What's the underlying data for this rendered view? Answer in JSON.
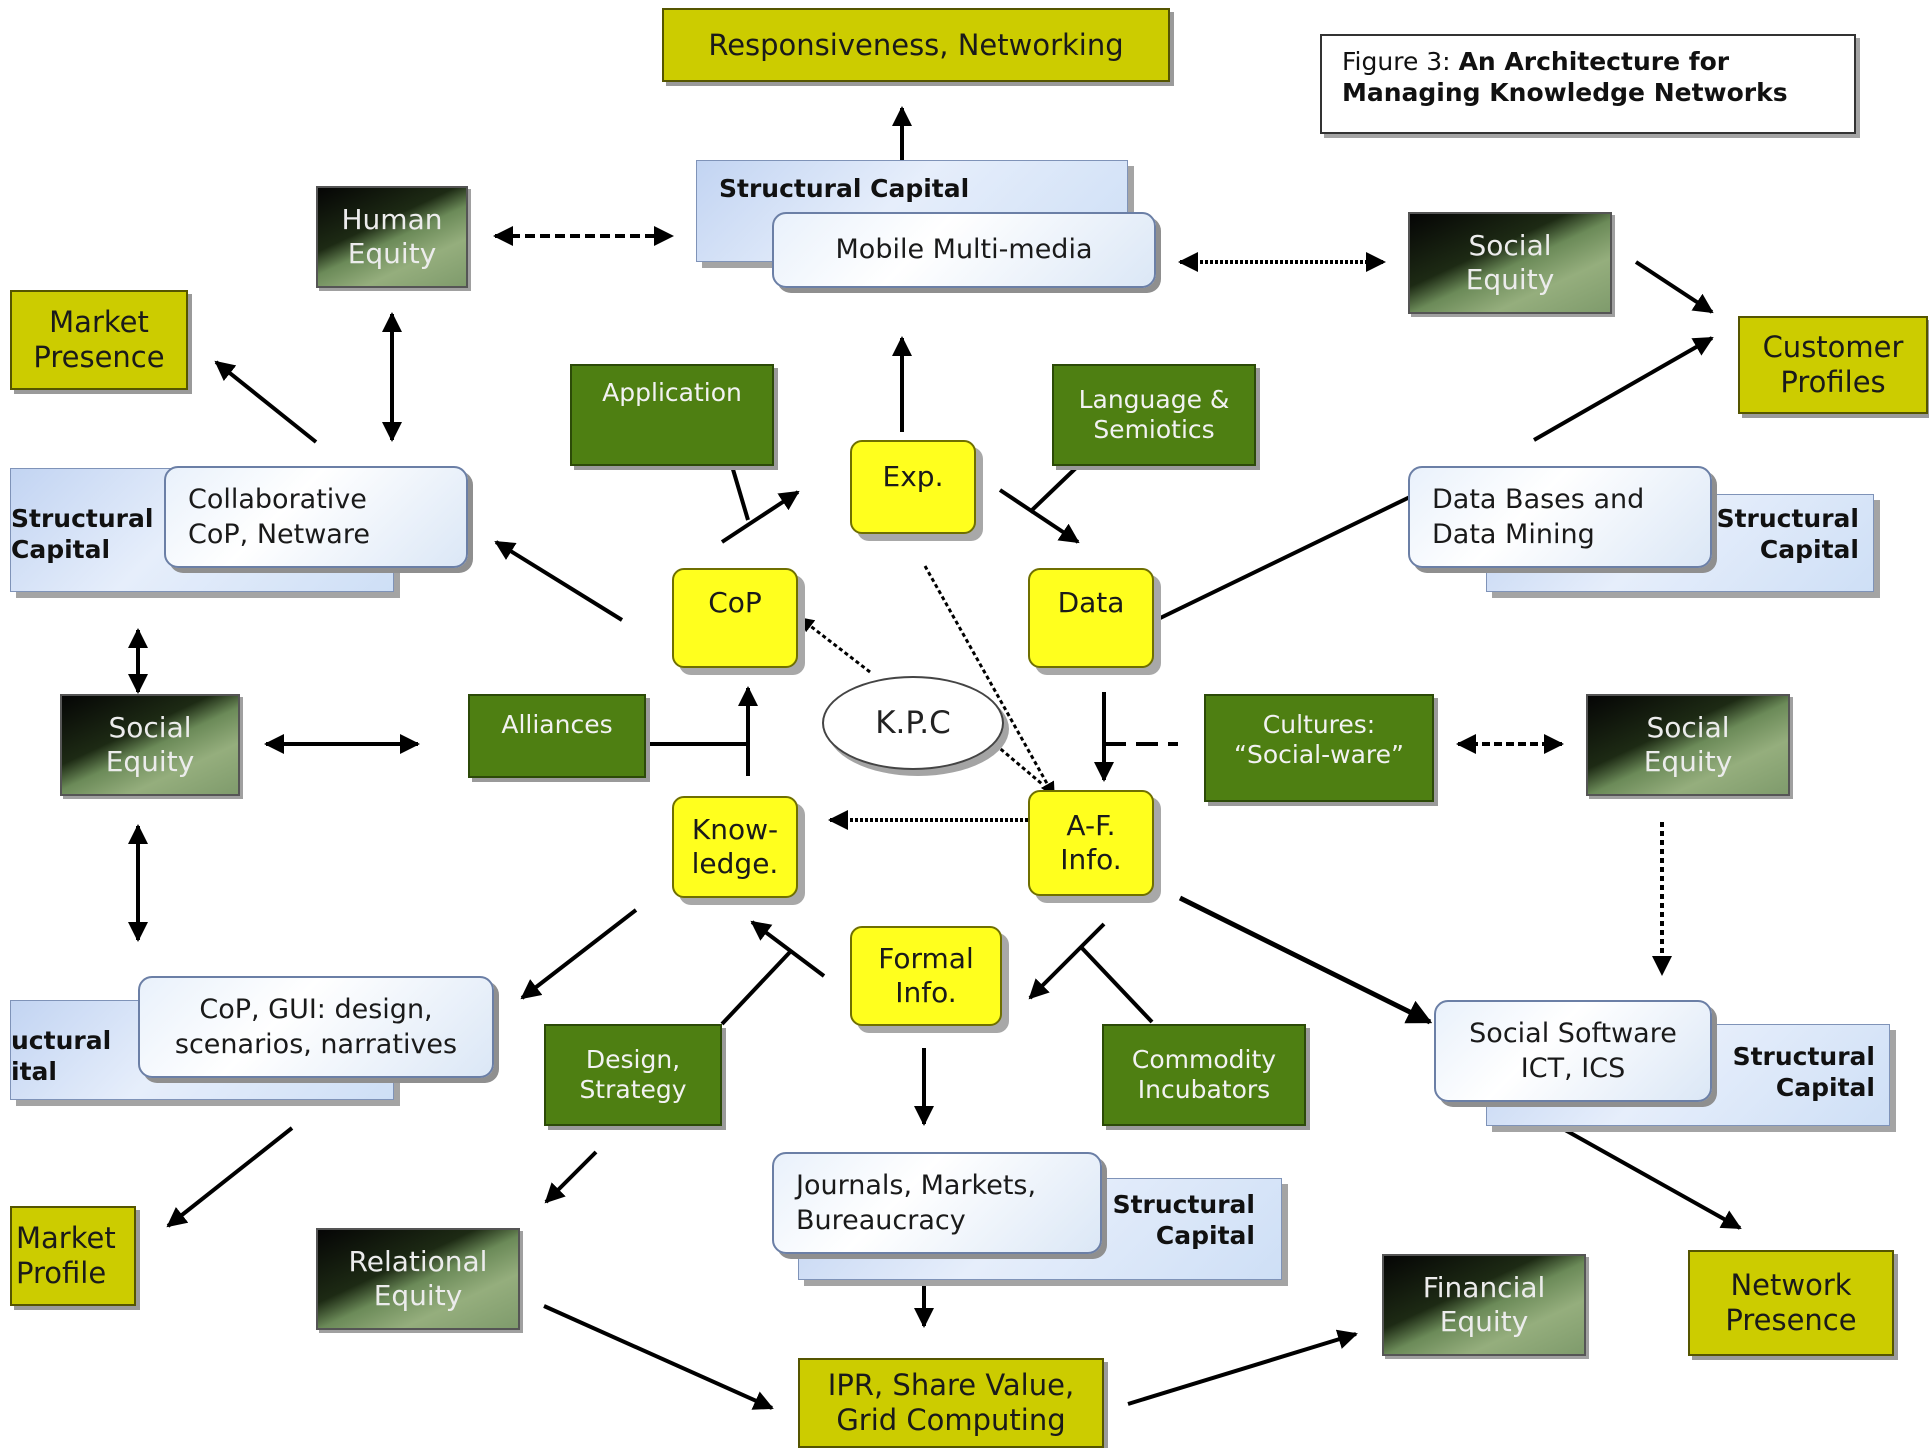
{
  "caption": {
    "prefix": "Figure 3: ",
    "title_line1": "An Architecture for",
    "title_line2": "Managing Knowledge Networks"
  },
  "olive": {
    "responsiveness": "Responsiveness, Networking",
    "market_presence": [
      "Market",
      "Presence"
    ],
    "customer_profiles": [
      "Customer",
      "Profiles"
    ],
    "market_profile": [
      "Market",
      "Profile"
    ],
    "network_presence": [
      "Network",
      "Presence"
    ],
    "ipr": [
      "IPR, Share Value,",
      "Grid Computing"
    ]
  },
  "green": {
    "application": "Application",
    "language": [
      "Language &",
      "Semiotics"
    ],
    "alliances": "Alliances",
    "cultures": [
      "Cultures:",
      "“Social-ware”"
    ],
    "design": [
      "Design,",
      "Strategy"
    ],
    "commodity": [
      "Commodity",
      "Incubators"
    ]
  },
  "equity": {
    "human": [
      "Human",
      "Equity"
    ],
    "social_top_right": [
      "Social",
      "Equity"
    ],
    "social_left": [
      "Social",
      "Equity"
    ],
    "social_right": [
      "Social",
      "Equity"
    ],
    "relational": [
      "Relational",
      "Equity"
    ],
    "financial": [
      "Financial",
      "Equity"
    ]
  },
  "core": {
    "exp": "Exp.",
    "cop": "CoP",
    "data": "Data",
    "knowledge": [
      "Know-",
      "ledge."
    ],
    "af_info": [
      "A-F.",
      "Info."
    ],
    "formal_info": [
      "Formal",
      "Info."
    ],
    "kpc": "K.P.C"
  },
  "structural_capital": {
    "single_line": "Structural Capital",
    "line1": "Structural",
    "line2": "Capital",
    "clip_left_1": "Structural",
    "clip_left_2": "Capital",
    "clip_left_bottom_1": "uctural",
    "clip_left_bottom_2": "ital"
  },
  "panels": {
    "mobile": "Mobile Multi-media",
    "collab": [
      "Collaborative",
      "CoP, Netware"
    ],
    "databases": [
      "Data Bases and",
      "Data Mining"
    ],
    "gui": [
      "CoP, GUI: design,",
      "scenarios, narratives"
    ],
    "social_software": [
      "Social Software",
      "ICT, ICS"
    ],
    "journals": [
      "Journals, Markets,",
      "Bureaucracy"
    ]
  }
}
